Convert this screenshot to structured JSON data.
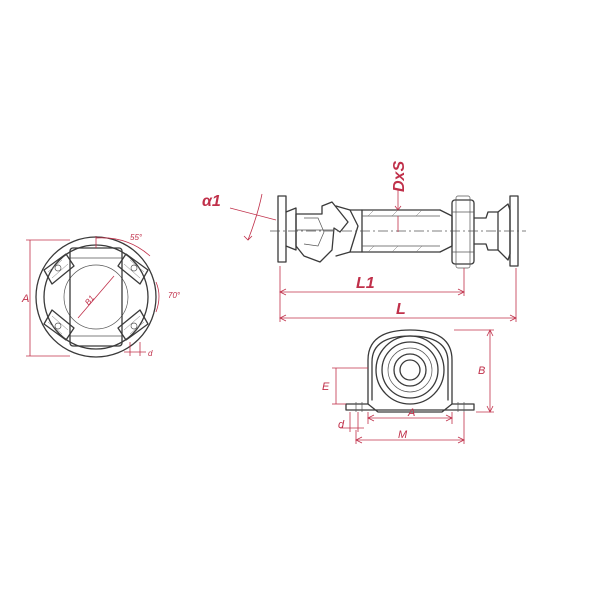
{
  "dimensions": {
    "flange_angle": "55°",
    "flange_diameter_label": "A",
    "flange_pcd_label": "B1",
    "flange_angle2": "70°",
    "flange_hole_label": "d",
    "shaft_angle": "α1",
    "tube_label": "DxS",
    "length_short": "L1",
    "length_total": "L",
    "bearing_height": "B",
    "bearing_e": "E",
    "bearing_a": "A",
    "bearing_d": "d",
    "bearing_m": "M"
  },
  "colors": {
    "outline": "#3a3a3a",
    "dimension": "#c0304a"
  }
}
